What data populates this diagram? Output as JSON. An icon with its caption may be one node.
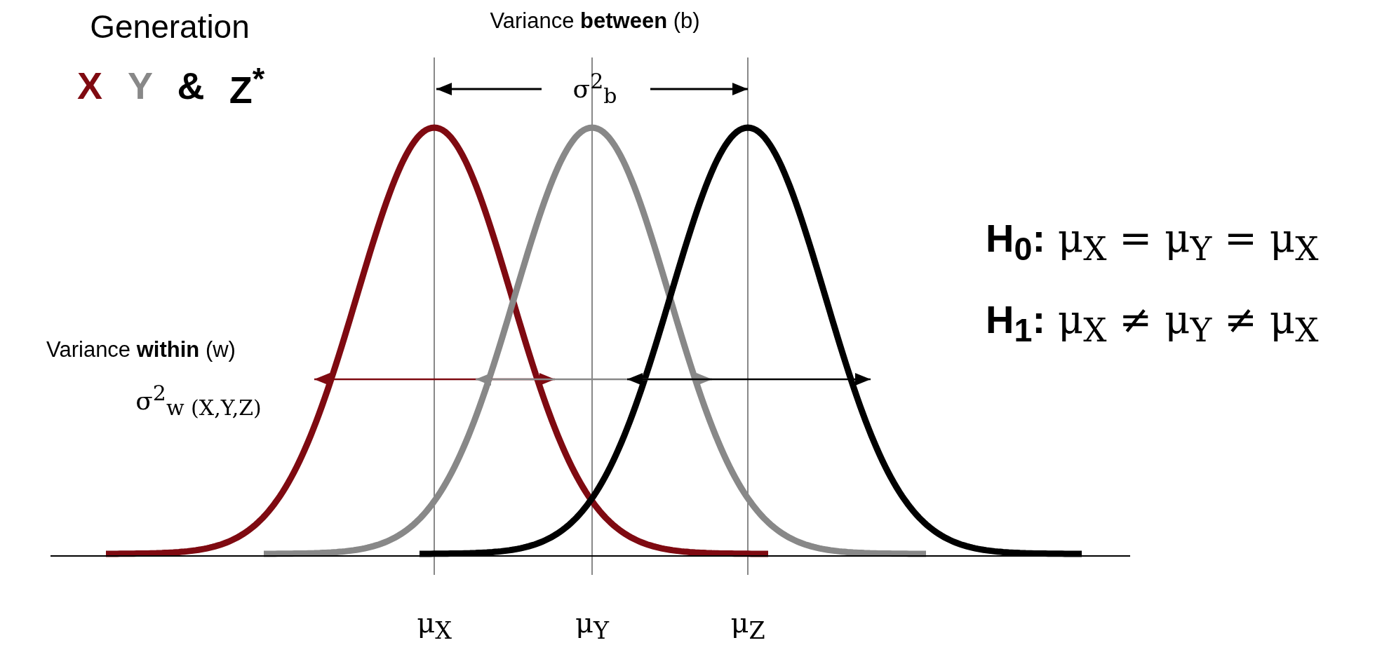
{
  "diagram": {
    "labels": [
      "Generation",
      "X",
      "Y",
      "&",
      "Z$^{*}$",
      "Variance **between** (b)",
      "σ$^{2}$$_{b}$",
      "**H$_{0}$:** μ$_{X}$ = μ$_{Y}$ = μ$_{X}$",
      "**H$_{1}$:** μ$_{X}$ ≠ μ$_{Y}$ ≠ μ$_{X}$",
      "Variance **within** (w)",
      "σ$^{2}$$_{w (X,Y,Z)}$",
      "μ$_{X}$",
      "μ$_{Y}$",
      "μ$_{Z}$"
    ]
  }
}
